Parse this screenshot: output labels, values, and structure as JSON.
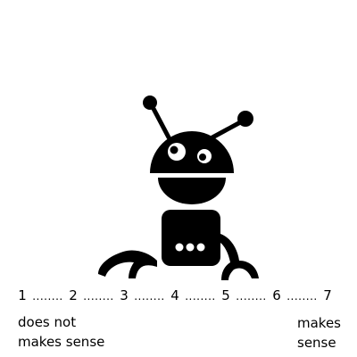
{
  "scale": {
    "points": [
      "1",
      "2",
      "3",
      "4",
      "5",
      "6",
      "7"
    ],
    "separator": "........"
  },
  "anchors": {
    "left": [
      "does not",
      "makes sense"
    ],
    "right": [
      "makes",
      "sense"
    ]
  },
  "illustration": {
    "subject": "robot-icon",
    "color": "#000000",
    "background": "#ffffff"
  }
}
